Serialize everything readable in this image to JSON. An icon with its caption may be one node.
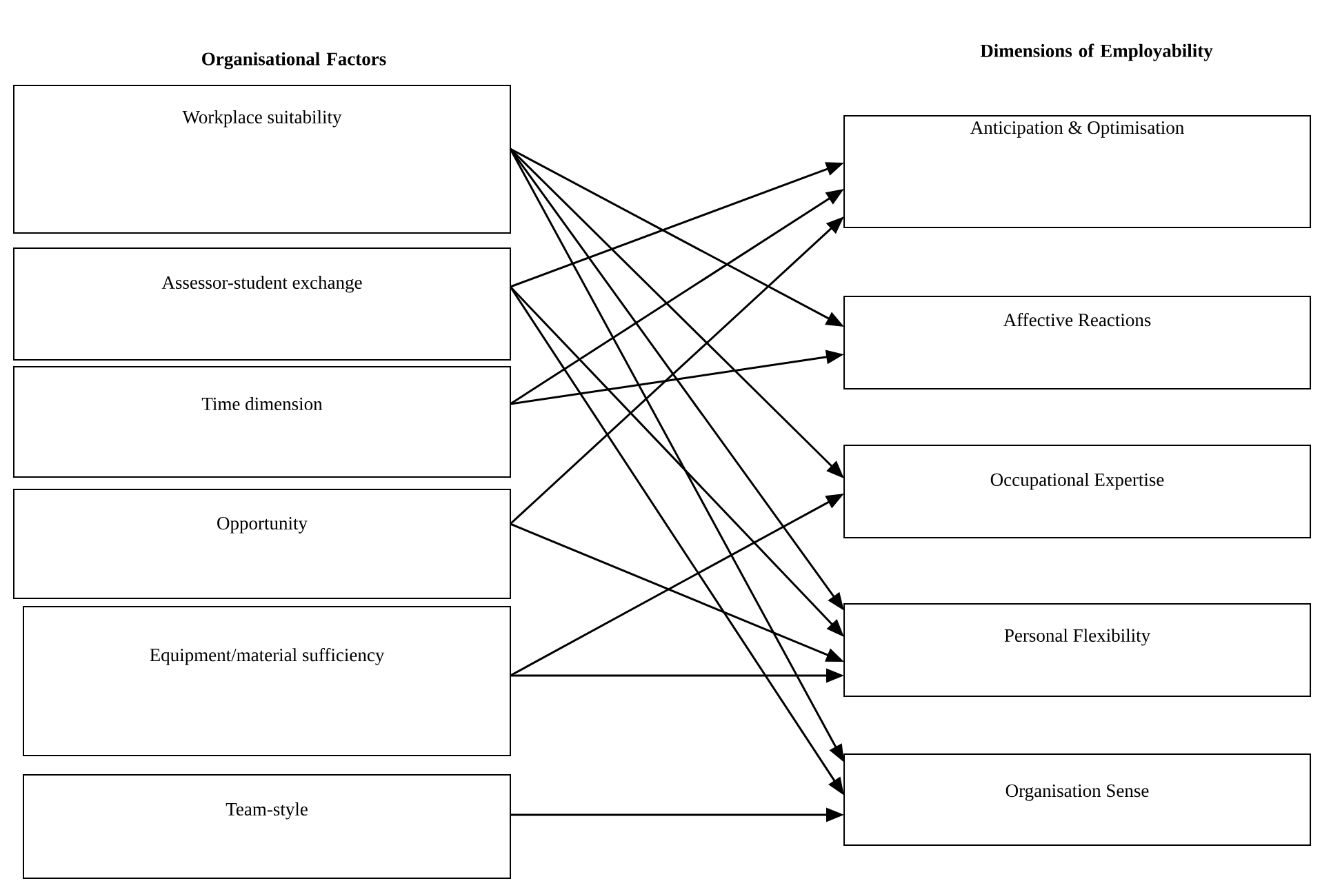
{
  "diagram": {
    "nodes": [
      {
        "text": [
          "Workplace suitability"
        ]
      },
      {
        "text": [
          "Assessor-student exchange"
        ]
      },
      {
        "text": [
          "Time dimension"
        ]
      },
      {
        "text": [
          "Opportunity"
        ]
      },
      {
        "text": [
          "Equipment/material sufficiency"
        ]
      },
      {
        "text": [
          "Team-style"
        ]
      },
      {
        "text": [
          "Anticipation & Optimisation"
        ]
      },
      {
        "text": [
          "Affective Reactions"
        ]
      },
      {
        "text": [
          "Occupational Expertise"
        ]
      },
      {
        "text": [
          "Personal Flexibility"
        ]
      },
      {
        "text": [
          "Organisation Sense"
        ]
      }
    ],
    "edges": [
      {
        "from": 0,
        "to": 7,
        "arrow": "to"
      },
      {
        "from": 0,
        "to": 8,
        "arrow": "to"
      },
      {
        "from": 0,
        "to": 9,
        "arrow": "to"
      },
      {
        "from": 0,
        "to": 10,
        "arrow": "to"
      },
      {
        "from": 1,
        "to": 6,
        "arrow": "to"
      },
      {
        "from": 1,
        "to": 9,
        "arrow": "to"
      },
      {
        "from": 1,
        "to": 10,
        "arrow": "to"
      },
      {
        "from": 2,
        "to": 6,
        "arrow": "to"
      },
      {
        "from": 2,
        "to": 7,
        "arrow": "to"
      },
      {
        "from": 3,
        "to": 6,
        "arrow": "to"
      },
      {
        "from": 3,
        "to": 9,
        "arrow": "to"
      },
      {
        "from": 4,
        "to": 8,
        "arrow": "to"
      },
      {
        "from": 4,
        "to": 9,
        "arrow": "to"
      },
      {
        "from": 5,
        "to": 10,
        "arrow": "to"
      }
    ],
    "labels": [
      "Organisational Factors",
      "Dimensions of Employability"
    ]
  }
}
